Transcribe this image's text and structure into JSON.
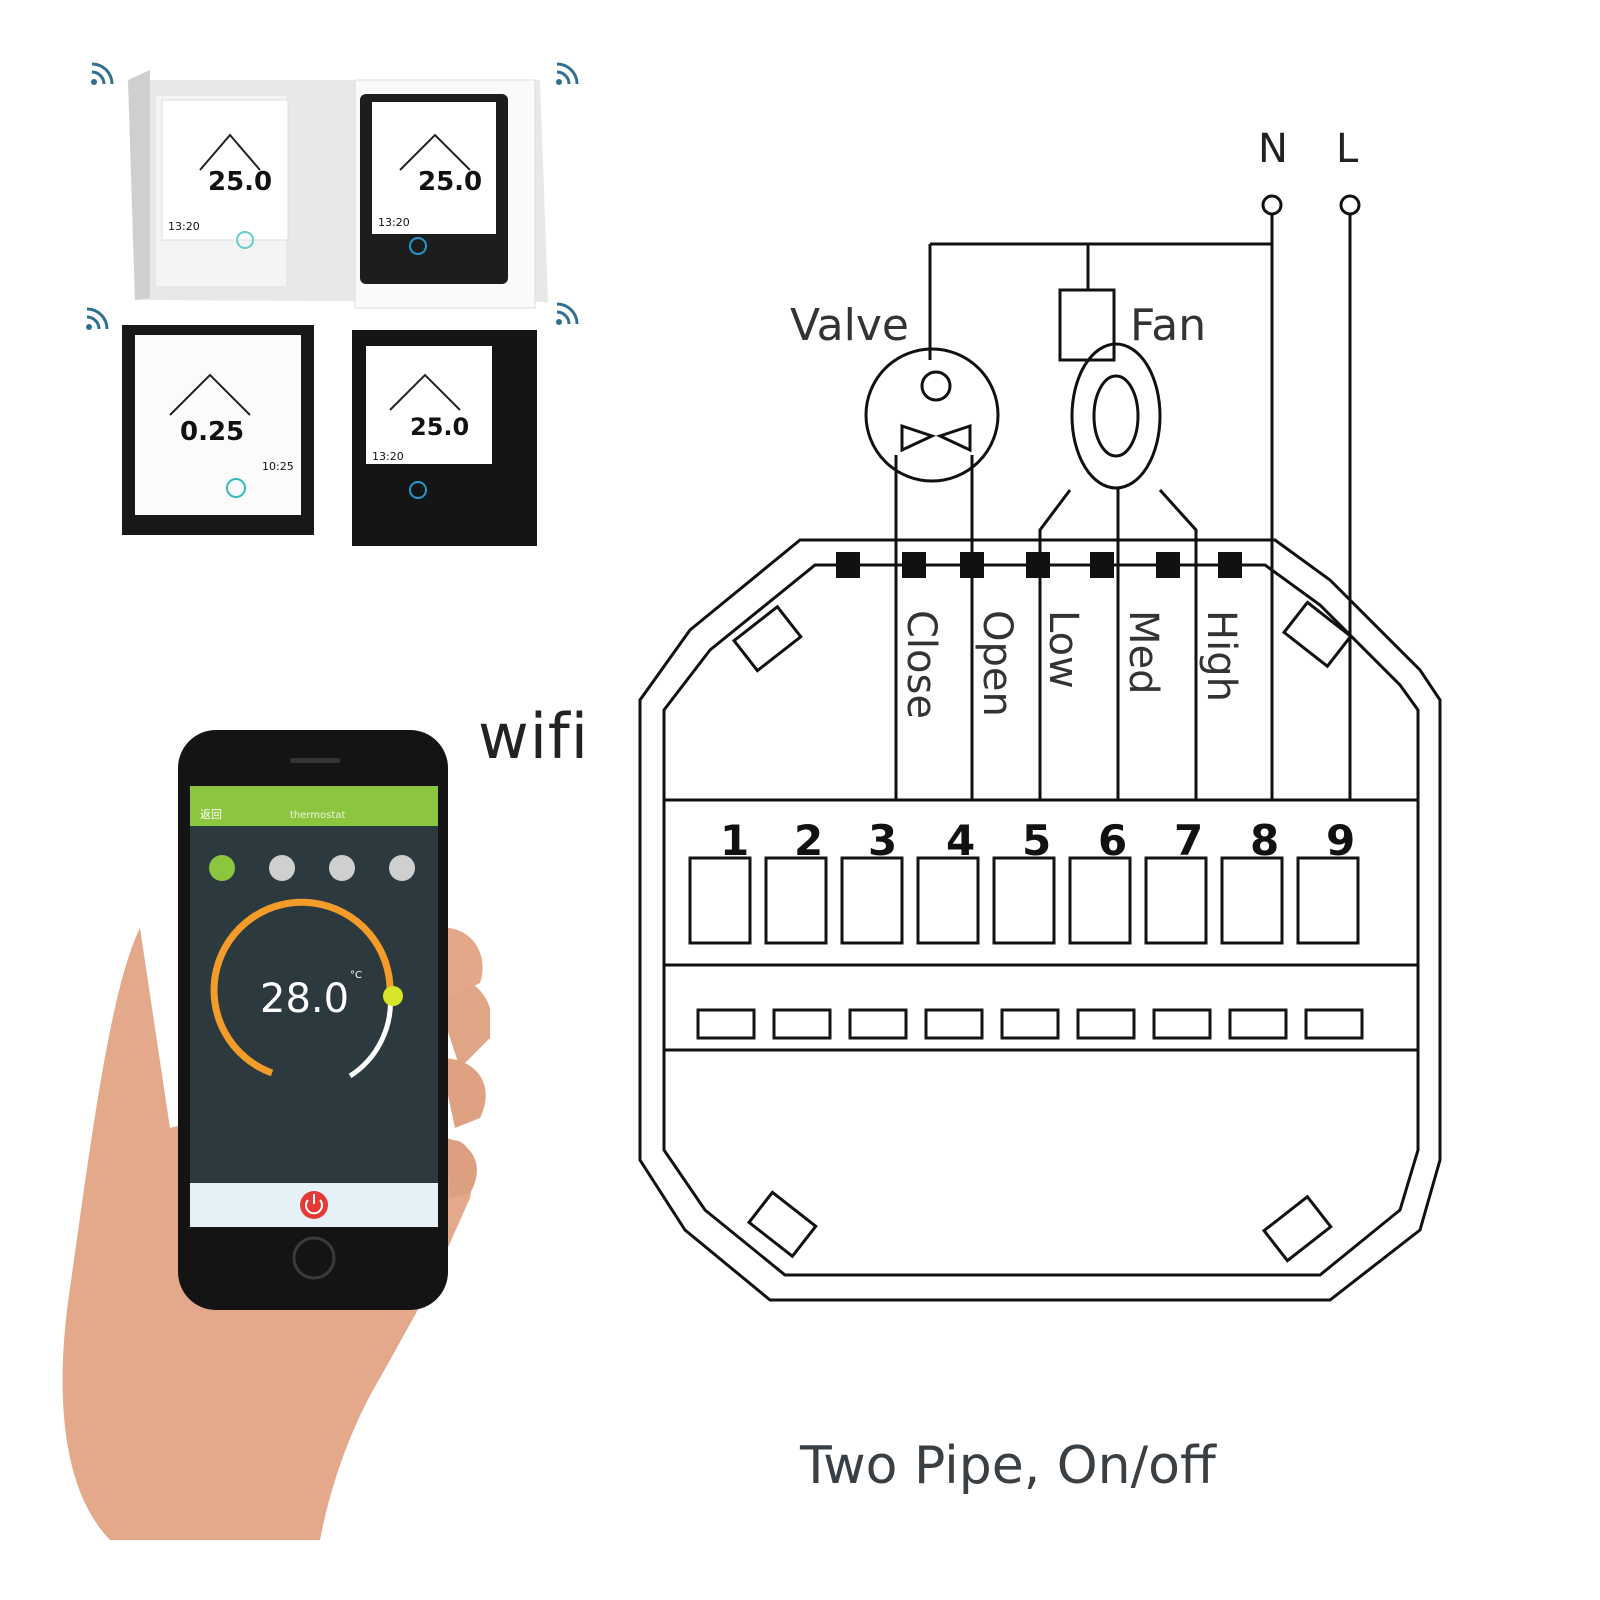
{
  "wifi_label": "wifi",
  "caption": "Two Pipe, On/off",
  "thermostats": [
    {
      "frame": "white",
      "time": "13:20",
      "temp": "25.0"
    },
    {
      "frame": "black-white-bezel",
      "time": "13:20",
      "temp": "25.0"
    },
    {
      "frame": "black",
      "time": "10:25",
      "temp": "0.25"
    },
    {
      "frame": "black",
      "time": "13:20",
      "temp": "25.0"
    }
  ],
  "phone": {
    "app_title": "thermostat",
    "back_label": "返回",
    "temperature": "28.0",
    "unit": "°C",
    "accent": "#8cc63f",
    "ring_color": "#f39c2a",
    "power_color": "#e53935"
  },
  "diagram": {
    "supply": [
      "N",
      "L"
    ],
    "devices": [
      "Valve",
      "Fan"
    ],
    "wire_labels": [
      "Close",
      "Open",
      "Low",
      "Med",
      "High"
    ],
    "terminals": [
      "1",
      "2",
      "3",
      "4",
      "5",
      "6",
      "7",
      "8",
      "9"
    ]
  },
  "icons": [
    "wifi-signal-icon",
    "motor-valve-icon",
    "fan-blower-icon",
    "power-icon",
    "hand-icon"
  ]
}
